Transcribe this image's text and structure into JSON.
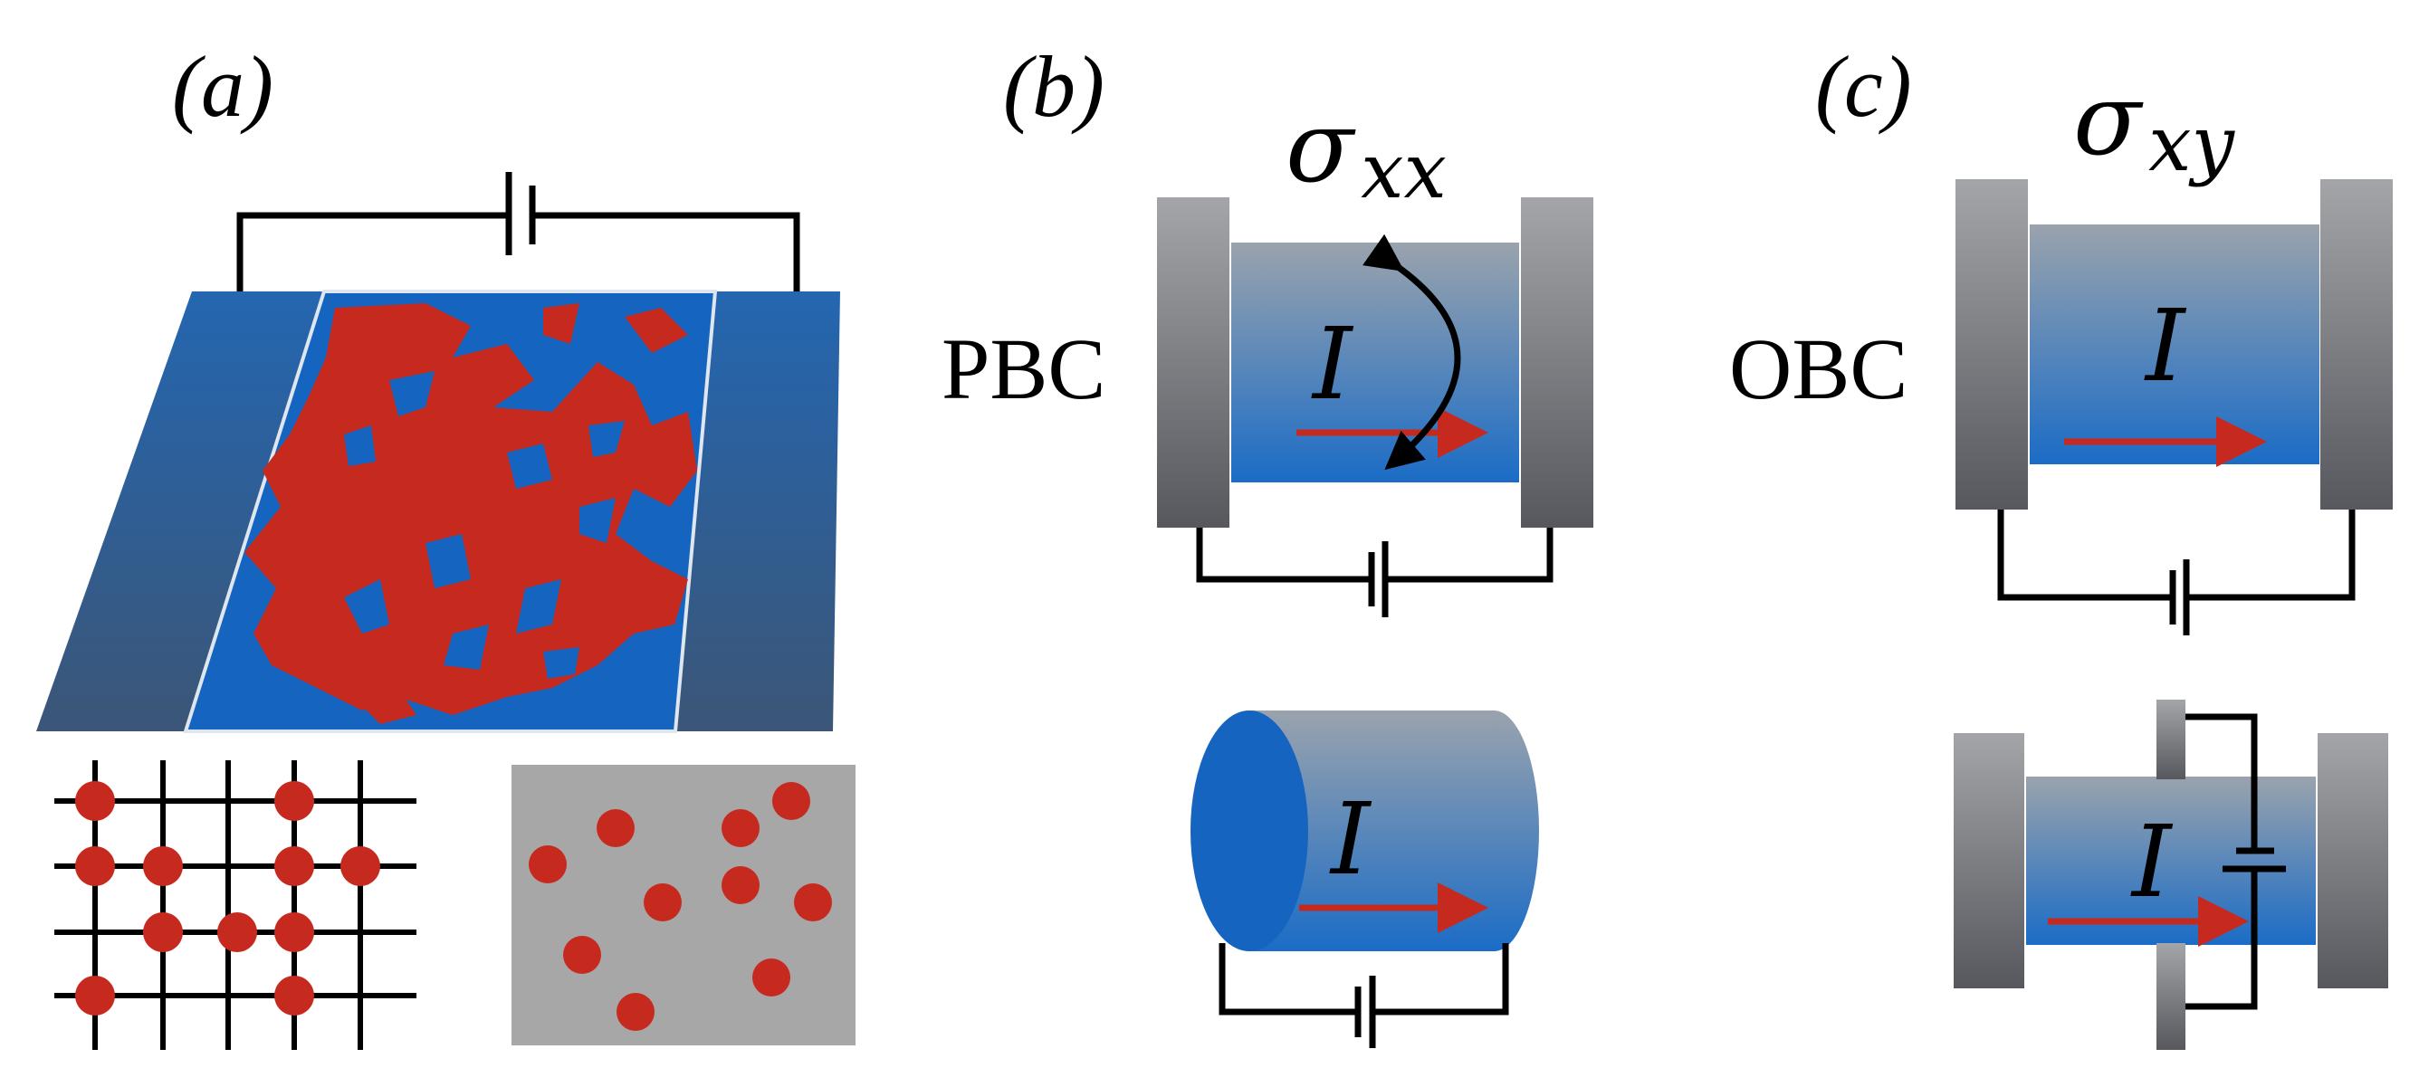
{
  "panels": {
    "a": {
      "label": "(a)"
    },
    "b": {
      "label": "(b)",
      "quantity": "σ",
      "quantity_sub": "xx",
      "boundary": "PBC",
      "current_top": "I",
      "current_bottom": "I"
    },
    "c": {
      "label": "(c)",
      "quantity": "σ",
      "quantity_sub": "xy",
      "boundary": "OBC",
      "current_top": "I",
      "current_bottom": "I"
    }
  },
  "colors": {
    "blue": "#1565c0",
    "red": "#c62a1e",
    "gray_lead": "#7d7f84",
    "black": "#000000",
    "light_gray": "#a7a7a7"
  }
}
